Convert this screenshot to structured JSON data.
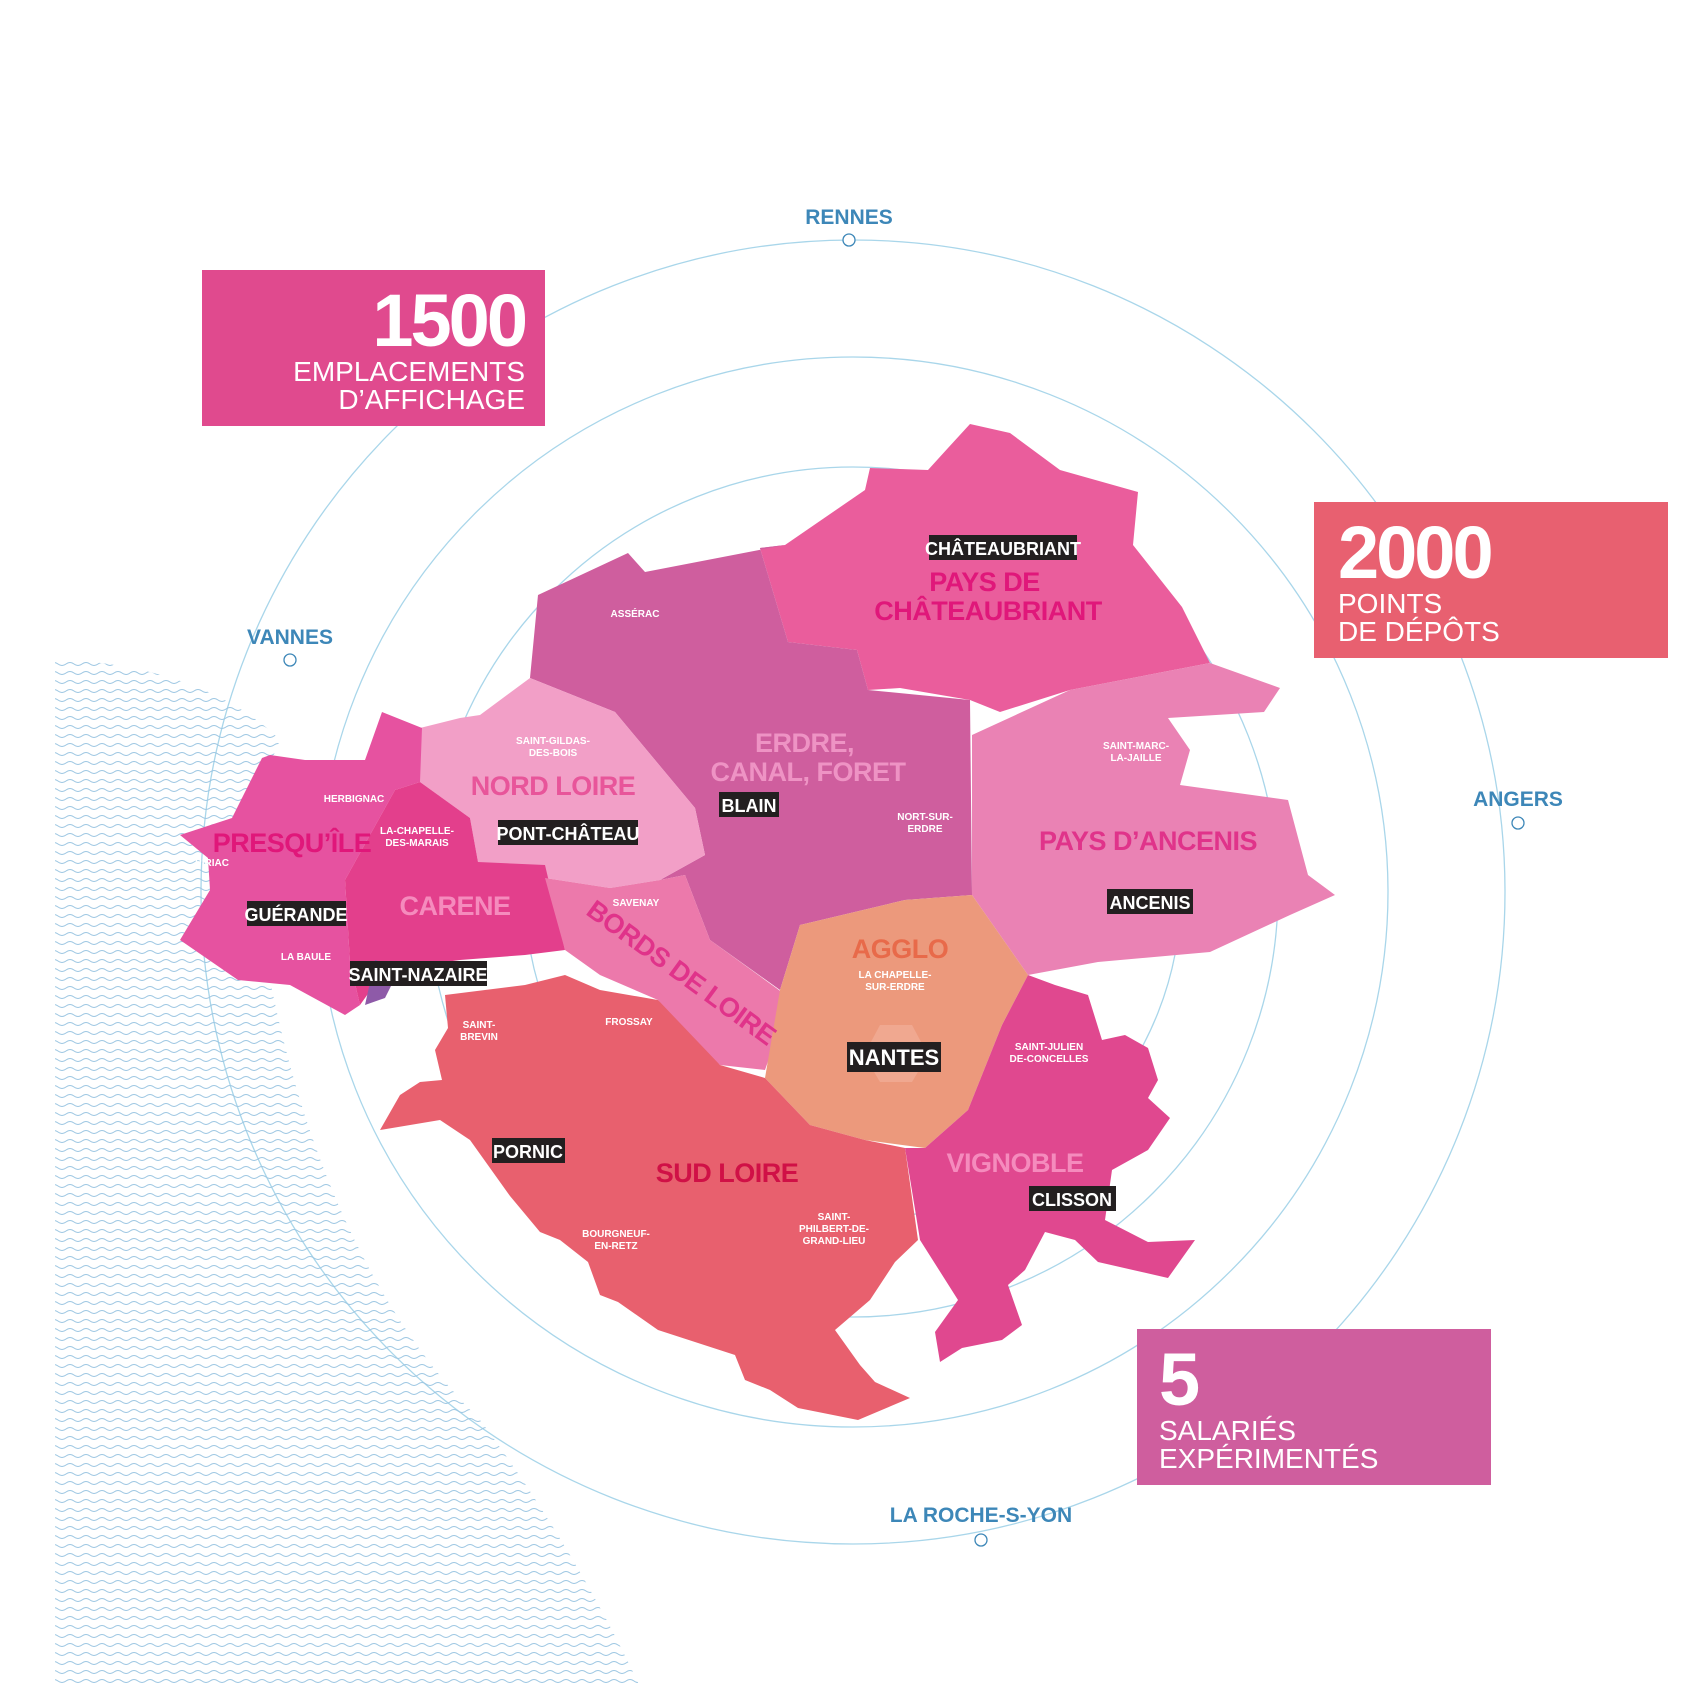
{
  "stats": [
    {
      "number": "1500",
      "label_lines": [
        "EMPLACEMENTS",
        "D’AFFICHAGE"
      ],
      "color": "#e04a8e"
    },
    {
      "number": "2000",
      "label_lines": [
        "POINTS",
        "DE DÉPÔTS"
      ],
      "color": "#e86070"
    },
    {
      "number": "5",
      "label_lines": [
        "SALARIÉS",
        "EXPÉRIMENTÉS"
      ],
      "color": "#cf5e9e"
    }
  ],
  "cities": {
    "rennes": "RENNES",
    "vannes": "VANNES",
    "angers": "ANGERS",
    "la_roche": "LA ROCHE-S-YON"
  },
  "regions": {
    "chateaubriant": {
      "lines": [
        "PAYS DE",
        "CHÂTEAUBRIANT"
      ],
      "fill": "#ea5d9c",
      "label_color": "#e0177a"
    },
    "erdre": {
      "lines": [
        "ERDRE,",
        "CANAL, FORET"
      ],
      "fill": "#cf5e9e",
      "label_color": "#ee93c4"
    },
    "ancenis": {
      "lines": [
        "PAYS D’ANCENIS"
      ],
      "fill": "#ea82b4",
      "label_color": "#e0338a"
    },
    "nord_loire": {
      "lines": [
        "NORD LOIRE"
      ],
      "fill": "#f29fc7",
      "label_color": "#e8559a"
    },
    "presquile": {
      "lines": [
        "PRESQU’ÎLE"
      ],
      "fill": "#e652a0",
      "label_color": "#e0177a"
    },
    "carene": {
      "lines": [
        "CARENE"
      ],
      "fill": "#e33f8c",
      "label_color": "#f58bbd"
    },
    "bords_loire": {
      "lines": [
        "BORDS DE LOIRE"
      ],
      "fill": "#ec79ab",
      "label_color": "#e0338a"
    },
    "agglo": {
      "lines": [
        "AGGLO"
      ],
      "fill": "#ec997c",
      "label_color": "#e86a4a"
    },
    "sud_loire": {
      "lines": [
        "SUD LOIRE"
      ],
      "fill": "#e8606e",
      "label_color": "#d01046"
    },
    "vignoble": {
      "lines": [
        "VIGNOBLE"
      ],
      "fill": "#e0488f",
      "label_color": "#f58bbd"
    }
  },
  "towns": {
    "asserac": [
      "ASSÉRAC"
    ],
    "saint_gildas": [
      "SAINT-GILDAS-",
      "DES-BOIS"
    ],
    "herbignac": [
      "HERBIGNAC"
    ],
    "la_chapelle_marais": [
      "LA-CHAPELLE-",
      "DES-MARAIS"
    ],
    "piriac": [
      "PIRIAC"
    ],
    "la_baule": [
      "LA BAULE"
    ],
    "savenay": [
      "SAVENAY"
    ],
    "nort_sur_erdre": [
      "NORT-SUR-",
      "ERDRE"
    ],
    "saint_marc": [
      "SAINT-MARC-",
      "LA-JAILLE"
    ],
    "la_chapelle_erdre": [
      "LA CHAPELLE-",
      "SUR-ERDRE"
    ],
    "saint_julien": [
      "SAINT-JULIEN",
      "DE-CONCELLES"
    ],
    "saint_brevin": [
      "SAINT-",
      "BREVIN"
    ],
    "frossay": [
      "FROSSAY"
    ],
    "bourgneuf": [
      "BOURGNEUF-",
      "EN-RETZ"
    ],
    "saint_philbert": [
      "SAINT-",
      "PHILBERT-DE-",
      "GRAND-LIEU"
    ]
  },
  "tags": {
    "chateaubriant": "CHÂTEAUBRIANT",
    "blain": "BLAIN",
    "pont_chateau": "PONT-CHÂTEAU",
    "ancenis": "ANCENIS",
    "guerande": "GUÉRANDE",
    "saint_nazaire": "SAINT-NAZAIRE",
    "nantes": "NANTES",
    "pornic": "PORNIC",
    "clisson": "CLISSON"
  },
  "colors": {
    "rings": "#a9d6ea",
    "waves": "#9cc6e2",
    "city_label": "#3d87b8",
    "tag_bg": "#231f20",
    "nantes_hex": "#f0a890",
    "saint_nazaire_patch": "#8e5aa8"
  }
}
